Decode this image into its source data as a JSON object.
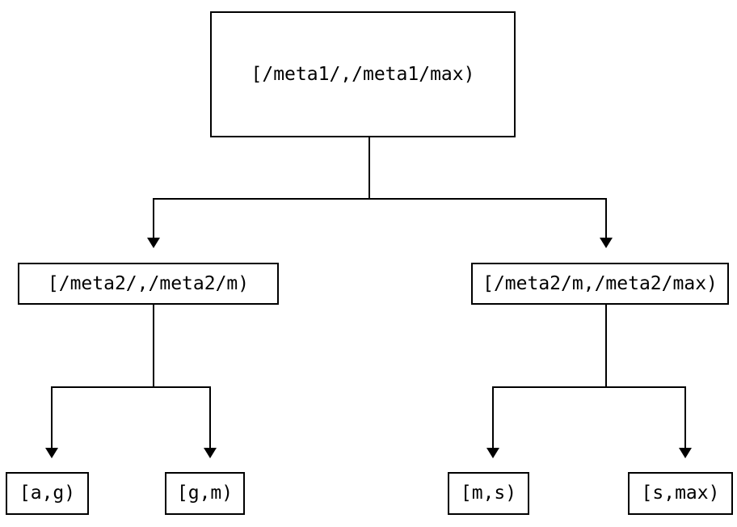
{
  "diagram": {
    "type": "tree",
    "background_color": "#ffffff",
    "line_color": "#000000",
    "node_border_color": "#000000",
    "text_color": "#000000",
    "nodes": {
      "root": {
        "label": "[/meta1/,/meta1/max)"
      },
      "mid_left": {
        "label": "[/meta2/,/meta2/m)"
      },
      "mid_right": {
        "label": "[/meta2/m,/meta2/max)"
      },
      "leaf_ag": {
        "label": "[a,g)"
      },
      "leaf_gm": {
        "label": "[g,m)"
      },
      "leaf_ms": {
        "label": "[m,s)"
      },
      "leaf_smax": {
        "label": "[s,max)"
      }
    },
    "edges": [
      {
        "from": "root",
        "to": "mid_left"
      },
      {
        "from": "root",
        "to": "mid_right"
      },
      {
        "from": "mid_left",
        "to": "leaf_ag"
      },
      {
        "from": "mid_left",
        "to": "leaf_gm"
      },
      {
        "from": "mid_right",
        "to": "leaf_ms"
      },
      {
        "from": "mid_right",
        "to": "leaf_smax"
      }
    ]
  }
}
